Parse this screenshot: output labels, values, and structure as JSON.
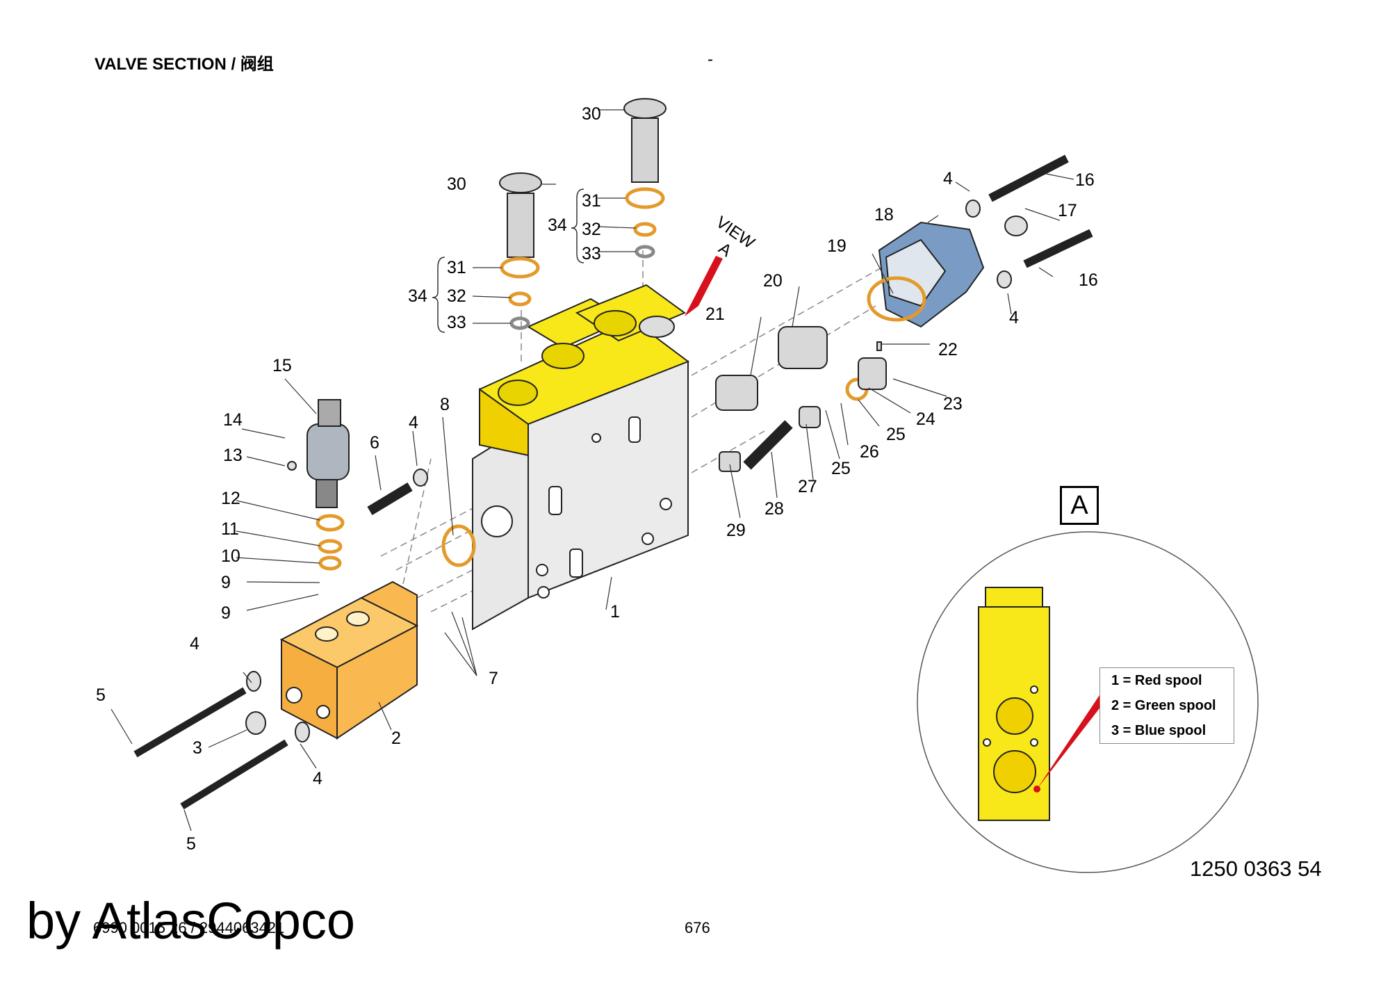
{
  "header": {
    "title": "VALVE SECTION / 阀组",
    "dash": "-"
  },
  "figure_number": "1250 0363 54",
  "footer": {
    "doc_number": "6990 0015 26 / 2944063421",
    "page": "676"
  },
  "watermark": "by AtlasCopco",
  "view_a": {
    "box_label": "A",
    "arrow_label": "VIEW\nA"
  },
  "legend": [
    {
      "label": "1 = Red spool"
    },
    {
      "label": "2 = Green spool"
    },
    {
      "label": "3 = Blue spool"
    }
  ],
  "callouts": {
    "c1": "1",
    "c2": "2",
    "c3": "3",
    "c4a": "4",
    "c4b": "4",
    "c4c": "4",
    "c4d": "4",
    "c4e": "4",
    "c5a": "5",
    "c5b": "5",
    "c6": "6",
    "c7": "7",
    "c8": "8",
    "c9a": "9",
    "c9b": "9",
    "c10": "10",
    "c11": "11",
    "c12": "12",
    "c13": "13",
    "c14": "14",
    "c15": "15",
    "c16a": "16",
    "c16b": "16",
    "c17": "17",
    "c18": "18",
    "c19": "19",
    "c20": "20",
    "c21": "21",
    "c22": "22",
    "c23": "23",
    "c24": "24",
    "c25a": "25",
    "c25b": "25",
    "c26": "26",
    "c27": "27",
    "c28": "28",
    "c29": "29",
    "c30a": "30",
    "c30b": "30",
    "c31a": "31",
    "c31b": "31",
    "c32a": "32",
    "c32b": "32",
    "c33a": "33",
    "c33b": "33",
    "c34a": "34",
    "c34b": "34"
  },
  "colors": {
    "body_yellow": "#f8e81a",
    "block_orange": "#f9b850",
    "cover_blue": "#7a9cc4",
    "oring": "#e39a2a",
    "arrow_red": "#d8101b"
  }
}
